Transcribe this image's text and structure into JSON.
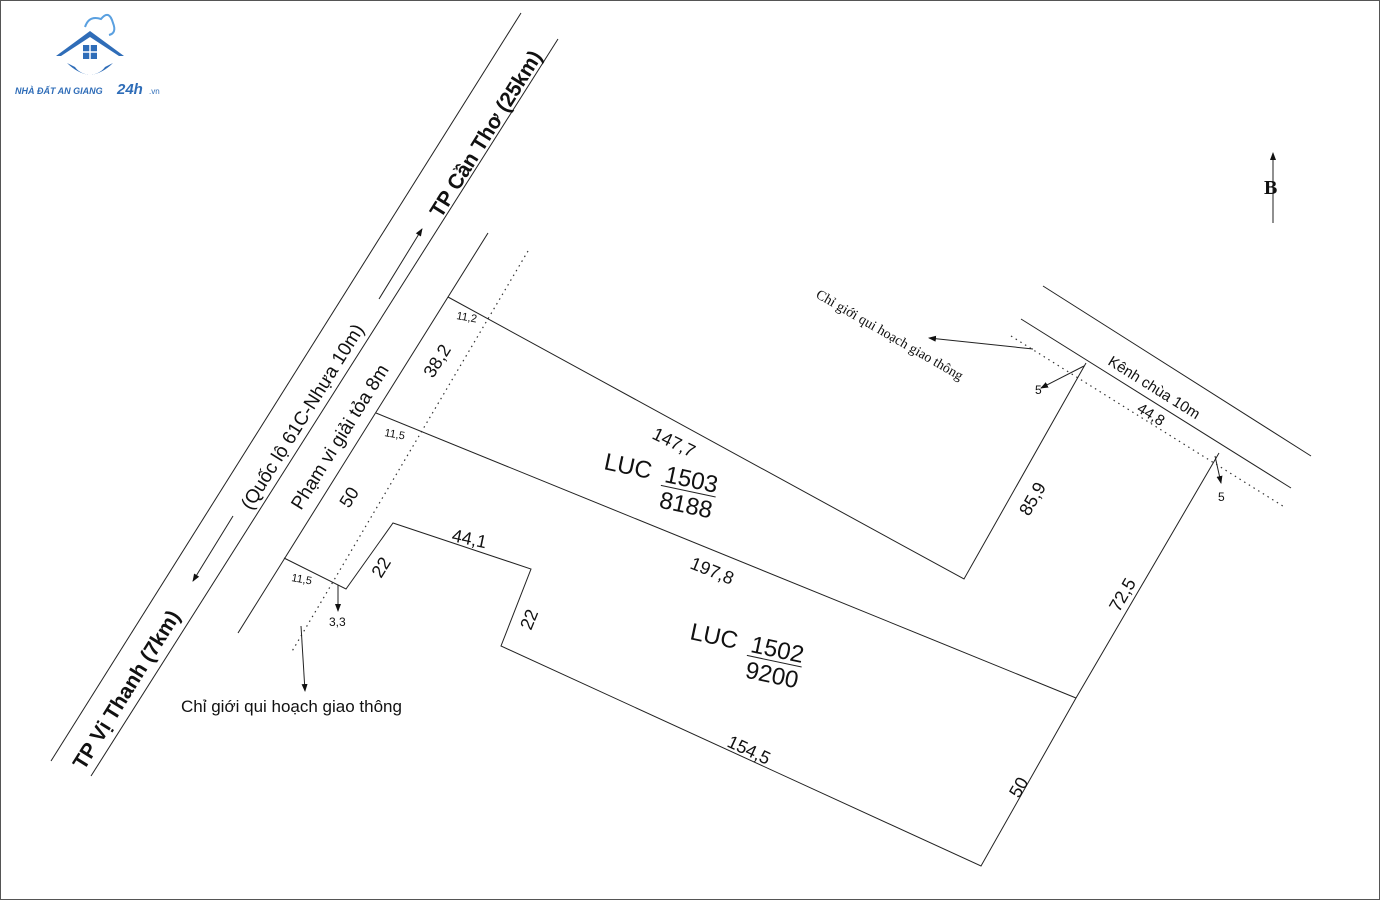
{
  "logo": {
    "brand": "NHÀ ĐẤT AN GIANG",
    "suffix": "24h",
    "domain": ".vn"
  },
  "colors": {
    "logo_blue": "#2f6db8",
    "logo_light": "#5aa0e0",
    "line": "#222222"
  },
  "compass": {
    "north_label": "B"
  },
  "road": {
    "to_north": "TP Cần Thơ (25km)",
    "to_south": "TP Vị Thanh (7km)",
    "name": "(Quốc lộ 61C-Nhựa 10m)",
    "clearance": "Phạm vi giải tỏa 8m"
  },
  "canal": {
    "name": "Kênh chùa 10m"
  },
  "planning_line_labels": {
    "top": "Chỉ giới qui hoạch giao thông",
    "bottom": "Chỉ giới qui hoạch giao thông"
  },
  "parcels": [
    {
      "type": "LUC",
      "number": "1503",
      "area": "8188"
    },
    {
      "type": "LUC",
      "number": "1502",
      "area": "9200"
    }
  ],
  "dimensions": {
    "d11_2": "11,2",
    "d38_2": "38,2",
    "d11_5a": "11,5",
    "d50a": "50",
    "d11_5b": "11,5",
    "d3_3": "3,3",
    "d22a": "22",
    "d44_1": "44,1",
    "d22b": "22",
    "d147_7": "147,7",
    "d197_8": "197,8",
    "d154_5": "154,5",
    "d85_9": "85,9",
    "d72_5": "72,5",
    "d50b": "50",
    "d44_8": "44,8",
    "d5a": "5",
    "d5b": "5"
  }
}
